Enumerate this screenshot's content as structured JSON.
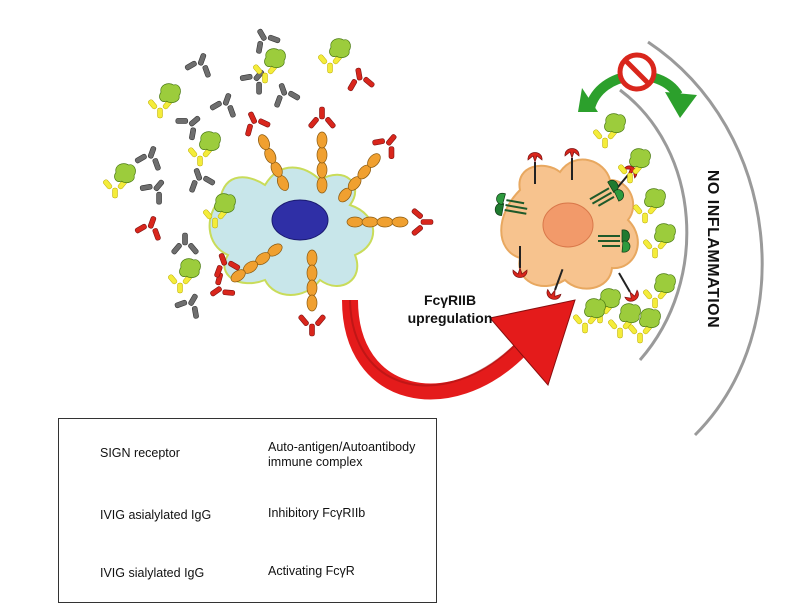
{
  "diagram": {
    "center_label_line1": "FcγRIIB",
    "center_label_line2": "upregulation",
    "right_label": "NO INFLAMMATION"
  },
  "legend": {
    "items": [
      {
        "label": "SIGN receptor"
      },
      {
        "label": "IVIG asialylated IgG"
      },
      {
        "label": "IVIG sialylated IgG"
      },
      {
        "label_line1": "Auto-antigen/Autoantibody",
        "label_line2": "immune complex"
      },
      {
        "label": "Inhibitory FcγRIIb"
      },
      {
        "label": "Activating FcγR"
      }
    ]
  },
  "colors": {
    "dendritic_cell": "#c8e6ea",
    "nucleus_blue": "#2f2fa6",
    "macrophage": "#f7c38e",
    "macrophage_nucleus": "#f29a6a",
    "sign_receptor": "#f0a030",
    "igg_gray": "#6e6e6e",
    "igg_red": "#d9261c",
    "antigen_green": "#9ccc3c",
    "antibody_yellow": "#f4ec3a",
    "activating_green": "#1f7a2f",
    "arrow_red": "#e41b1b",
    "arrow_green": "#2ca02c",
    "arc_gray": "#9a9a9a"
  }
}
